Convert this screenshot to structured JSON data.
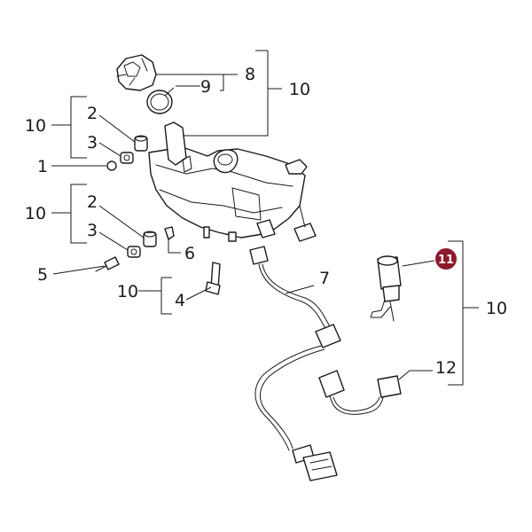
{
  "labels": {
    "l1": "1",
    "l2a": "2",
    "l2b": "2",
    "l3a": "3",
    "l3b": "3",
    "l4": "4",
    "l5": "5",
    "l6": "6",
    "l7": "7",
    "l8": "8",
    "l9": "9",
    "l10a": "10",
    "l10b": "10",
    "l10c": "10",
    "l10d": "10",
    "l10e": "10",
    "l11": "11",
    "l12": "12"
  },
  "colors": {
    "highlight_badge": "#8b1a2b",
    "line": "#1a1a1a",
    "background": "#ffffff"
  }
}
